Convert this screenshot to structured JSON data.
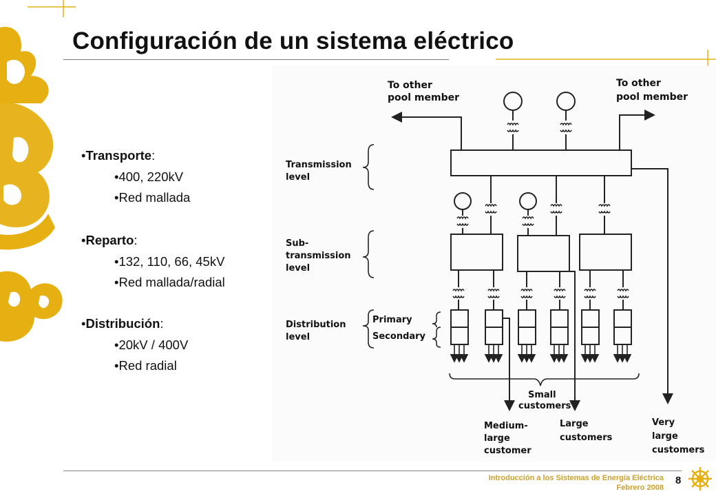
{
  "slide": {
    "title": "Configuración de un sistema eléctrico",
    "page_number": "8",
    "footer_line1": "Introducción a los Sistemas de Energía Eléctrica",
    "footer_line2": "Febrero 2008"
  },
  "bullets": [
    {
      "label": "Transporte",
      "items": [
        "400, 220kV",
        "Red mallada"
      ]
    },
    {
      "label": "Reparto",
      "items": [
        "132, 110, 66, 45kV",
        "Red mallada/radial"
      ]
    },
    {
      "label": "Distribución",
      "items": [
        "20kV / 400V",
        "Red radial"
      ]
    }
  ],
  "diagram": {
    "to_other_left": [
      "To other",
      "pool member"
    ],
    "to_other_right": [
      "To other",
      "pool member"
    ],
    "transmission_level": [
      "Transmission",
      "level"
    ],
    "subtransmission_level": [
      "Sub-",
      "transmission",
      "level"
    ],
    "distribution_level": [
      "Distribution",
      "level"
    ],
    "primary": "Primary",
    "secondary": "Secondary",
    "small_customers": [
      "Small",
      "customers"
    ],
    "medium_large_customer": [
      "Medium-",
      "large",
      "customer"
    ],
    "large_customers": [
      "Large",
      "customers"
    ],
    "very_large_customers": [
      "Very",
      "large",
      "customers"
    ]
  },
  "colors": {
    "accent": "#e6b013",
    "footer_text": "#c9a12e",
    "title_text": "#111111"
  }
}
